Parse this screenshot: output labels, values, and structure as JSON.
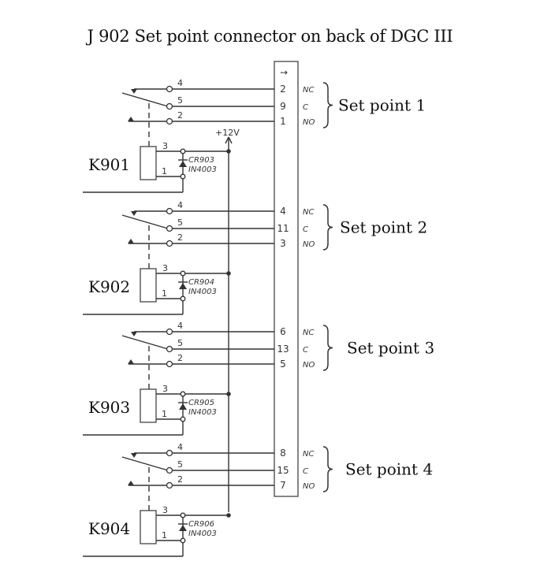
{
  "title": "J 902 Set point connector on back of DGC III",
  "connector": {
    "arrow": "→",
    "supply_label": "+12V"
  },
  "relays": [
    {
      "name": "K901",
      "coil_pin_top": "3",
      "coil_pin_bottom": "1",
      "diode_ref": "CR903",
      "diode_part": "IN4003",
      "contact_pins": [
        "4",
        "5",
        "2"
      ],
      "connector_pins": [
        "2",
        "9",
        "1"
      ],
      "pin_functions": [
        "NC",
        "C",
        "NO"
      ],
      "setpoint_label": "Set point 1"
    },
    {
      "name": "K902",
      "coil_pin_top": "3",
      "coil_pin_bottom": "1",
      "diode_ref": "CR904",
      "diode_part": "IN4003",
      "contact_pins": [
        "4",
        "5",
        "2"
      ],
      "connector_pins": [
        "4",
        "11",
        "3"
      ],
      "pin_functions": [
        "NC",
        "C",
        "NO"
      ],
      "setpoint_label": "Set point 2"
    },
    {
      "name": "K903",
      "coil_pin_top": "3",
      "coil_pin_bottom": "1",
      "diode_ref": "CR905",
      "diode_part": "IN4003",
      "contact_pins": [
        "4",
        "5",
        "2"
      ],
      "connector_pins": [
        "6",
        "13",
        "5"
      ],
      "pin_functions": [
        "NC",
        "C",
        "NO"
      ],
      "setpoint_label": "Set point 3"
    },
    {
      "name": "K904",
      "coil_pin_top": "3",
      "coil_pin_bottom": "1",
      "diode_ref": "CR906",
      "diode_part": "IN4003",
      "contact_pins": [
        "4",
        "5",
        "2"
      ],
      "connector_pins": [
        "8",
        "15",
        "7"
      ],
      "pin_functions": [
        "NC",
        "C",
        "NO"
      ],
      "setpoint_label": "Set point 4"
    }
  ]
}
